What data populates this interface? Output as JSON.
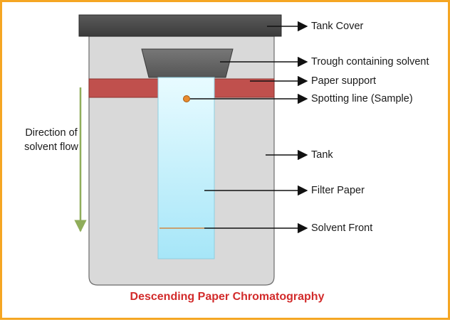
{
  "title": "Descending Paper Chromatography",
  "flow_note": {
    "line1": "Direction of",
    "line2": "solvent flow"
  },
  "labels": {
    "tank_cover": "Tank Cover",
    "trough": "Trough containing solvent",
    "paper_support": "Paper support",
    "spotting_line": "Spotting line (Sample)",
    "tank": "Tank",
    "filter_paper": "Filter Paper",
    "solvent_front": "Solvent Front"
  },
  "colors": {
    "frame_border": "#f5a623",
    "title": "#d22b2b",
    "tank_fill": "#d9d9d9",
    "cover_fill": "#4a4a4a",
    "support_fill": "#c0504d",
    "paper_fill": "#bfeefa",
    "sample_spot": "#e88a2e",
    "flow_arrow": "#8fad5a"
  }
}
